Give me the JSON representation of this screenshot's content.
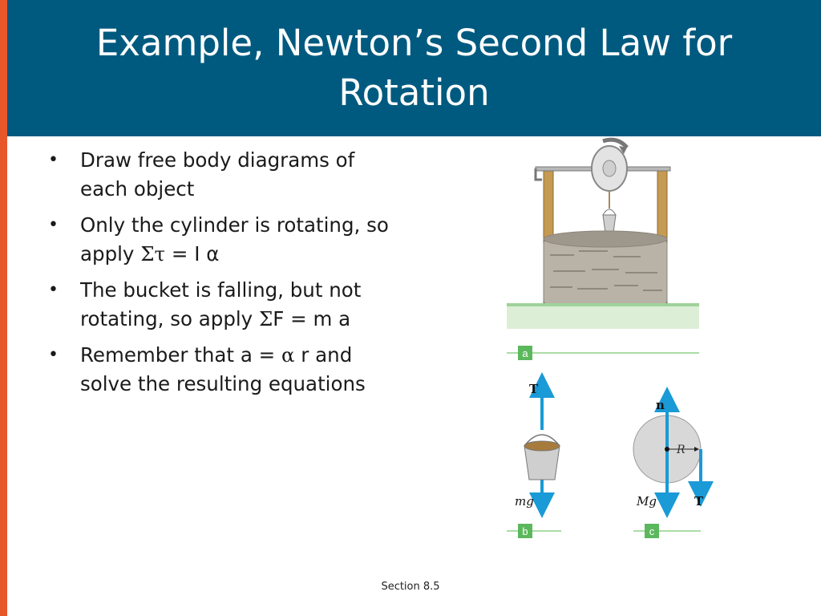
{
  "slide": {
    "title": "Example, Newton’s Second Law for Rotation",
    "footer": "Section 8.5"
  },
  "bullets": [
    {
      "pre": "Draw free body diagrams of each object",
      "greek": "",
      "post": ""
    },
    {
      "pre": "Only the cylinder is rotating, so apply ",
      "greek": "Στ",
      "post": " = I α"
    },
    {
      "pre": "The bucket is falling, but not rotating, so apply ",
      "greek": "Σ",
      "post": "F = m a"
    },
    {
      "pre": "Remember that a = ",
      "greek": "α",
      "post": " r and solve the resulting equations"
    }
  ],
  "figure": {
    "panel_labels": [
      "a",
      "b",
      "c"
    ],
    "bucket_force_top": "T",
    "bucket_force_bottom": "mg",
    "cylinder_force_top": "n",
    "cylinder_radius_label": "R",
    "cylinder_force_bottom": "Mg",
    "cylinder_force_right": "T"
  },
  "colors": {
    "title_bar": "#005a7f",
    "left_stripe": "#e8572a",
    "arrow_blue": "#1a9ad6",
    "panel_green": "#5cb85c"
  }
}
